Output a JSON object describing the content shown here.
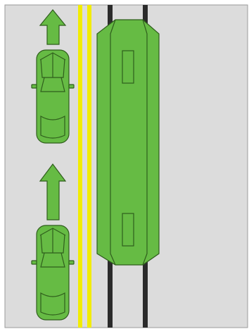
{
  "scene": {
    "colors": {
      "road": "#dcdcdc",
      "vehicle": "#66bb44",
      "outline": "#2f5e1c",
      "center_line": "#f2ec00",
      "rail": "#2b2b2b",
      "border": "#9a9a9a"
    },
    "arrows": [
      {
        "name": "arrow-up-icon",
        "direction": "up"
      },
      {
        "name": "arrow-up-icon",
        "direction": "up"
      }
    ],
    "cars": [
      {
        "name": "car-top",
        "heading": "north"
      },
      {
        "name": "car-bottom",
        "heading": "north"
      }
    ],
    "tram": {
      "name": "tram",
      "heading": "north"
    }
  }
}
